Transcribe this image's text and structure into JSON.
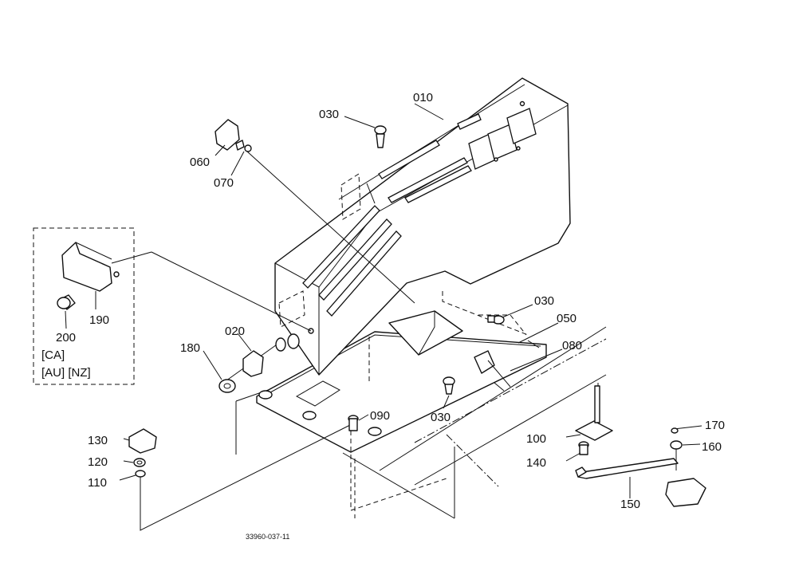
{
  "callouts": {
    "p010": "010",
    "p030a": "030",
    "p030b": "030",
    "p030c": "030",
    "p050": "050",
    "p060": "060",
    "p070": "070",
    "p080": "080",
    "p090": "090",
    "p020": "020",
    "p180": "180",
    "p190": "190",
    "p200": "200",
    "p130": "130",
    "p120": "120",
    "p110": "110",
    "p100": "100",
    "p140": "140",
    "p150": "150",
    "p160": "160",
    "p170": "170"
  },
  "region_box": {
    "ca": "[CA]",
    "au_nz": "[AU] [NZ]"
  },
  "drawing_number": "33960-037-11"
}
